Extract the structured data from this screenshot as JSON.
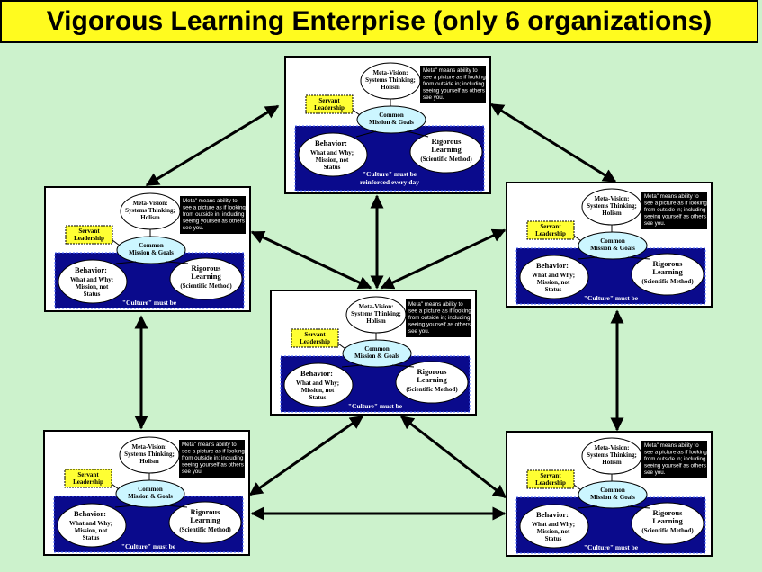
{
  "title": "Vigorous Learning Enterprise (only 6 organizations)",
  "colors": {
    "background": "#ccf2cc",
    "title_bar": "#fffb1f",
    "band": "#0a0a8c",
    "mission_ellipse": "#ccf6ff",
    "servant_box": "#ffff33",
    "note_box": "#000000"
  },
  "model": {
    "meta_vision": [
      "Meta-Vision:",
      "Systems Thinking;",
      "Holism"
    ],
    "note": [
      "Meta\" means ability to",
      "see a picture as if looking",
      "from outside in; including",
      "seeing yourself as others",
      "see you."
    ],
    "servant": [
      "Servant",
      "Leadership"
    ],
    "mission": [
      "Common",
      "Mission & Goals"
    ],
    "behavior": [
      "Behavior:",
      "What and Why;",
      "Mission, not",
      "Status"
    ],
    "rigorous": [
      "Rigorous",
      "Learning",
      "(Scientific Method)"
    ],
    "culture_full": [
      "\"Culture\" must be",
      "reinforced every day"
    ],
    "culture_short": "\"Culture\" must be"
  }
}
